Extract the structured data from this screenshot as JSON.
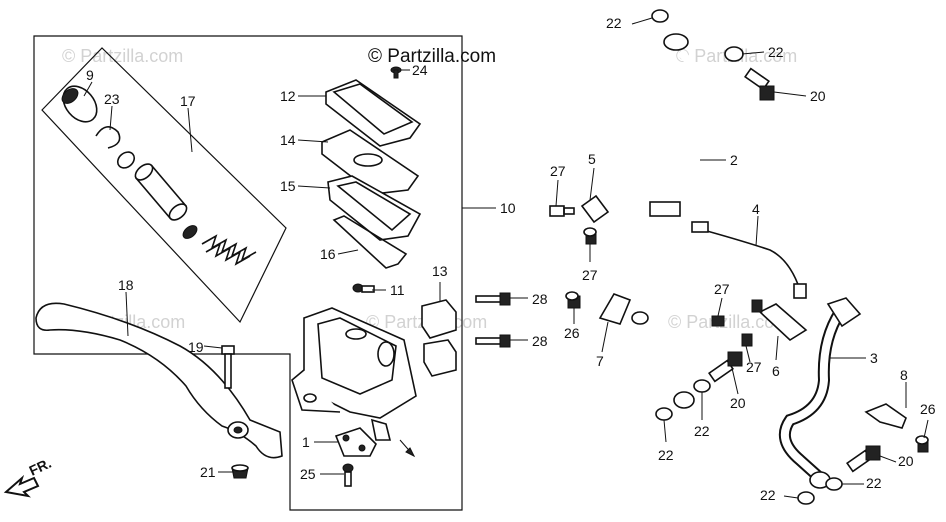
{
  "copyright": "© Partzilla.com",
  "watermark": "© Partzilla.com",
  "front_indicator": "FR.",
  "callouts": {
    "p9": "9",
    "p23": "23",
    "p17": "17",
    "p18": "18",
    "p19": "19",
    "p21": "21",
    "p12": "12",
    "p14": "14",
    "p15": "15",
    "p16": "16",
    "p24": "24",
    "p11": "11",
    "p13": "13",
    "p10": "10",
    "p1": "1",
    "p25": "25",
    "p28a": "28",
    "p28b": "28",
    "p27a": "27",
    "p27b": "27",
    "p5": "5",
    "p26a": "26",
    "p7": "7",
    "p22a": "22",
    "p22b": "22",
    "p20a": "20",
    "p2": "2",
    "p4": "4",
    "p27c": "27",
    "p27d": "27",
    "p6": "6",
    "p20b": "20",
    "p3": "3",
    "p22c": "22",
    "p22d": "22",
    "p8": "8",
    "p26b": "26",
    "p20c": "20",
    "p22e": "22",
    "p22f": "22"
  }
}
